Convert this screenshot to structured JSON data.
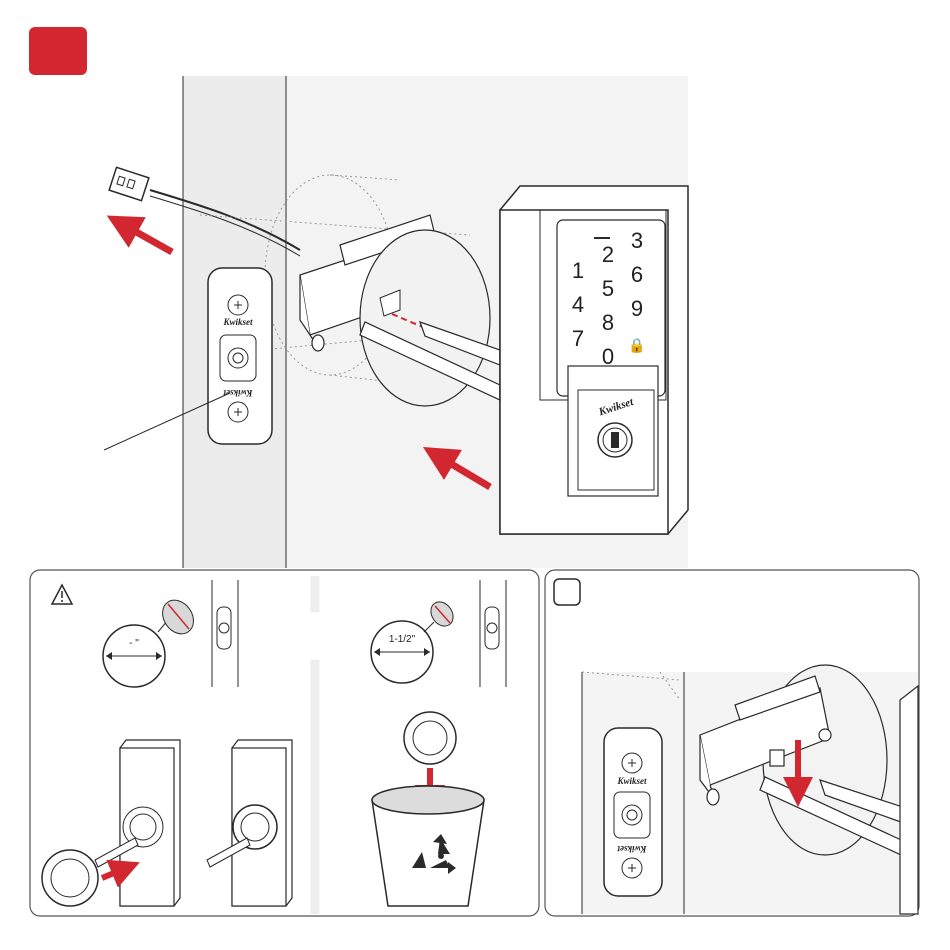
{
  "colors": {
    "accent_red": "#d22630",
    "line": "#2a2a2a",
    "wall": "#f2f2f2",
    "panel_border": "#555555",
    "door_fill": "#f6f6f6"
  },
  "step_badge": {
    "text": ""
  },
  "keypad": {
    "keys": [
      "1",
      "2",
      "3",
      "4",
      "5",
      "6",
      "7",
      "8",
      "9",
      "✓",
      "0",
      "🔒"
    ],
    "brand": "Kwikset"
  },
  "strike_plate": {
    "brand_top": "Kwikset",
    "brand_bottom": "Kwikset"
  },
  "warning_panel": {
    "icon": "warning-triangle-icon",
    "size_small": "- \"",
    "size_large": "1-1/2\""
  },
  "recycle_bin": {
    "icon": "recycle-icon"
  },
  "detail_panel": {
    "checkbox_icon": "empty-checkbox-icon",
    "strike_brand_top": "Kwikset",
    "strike_brand_bottom": "Kwikset"
  },
  "arrows": {
    "icon": "arrow-icon"
  }
}
